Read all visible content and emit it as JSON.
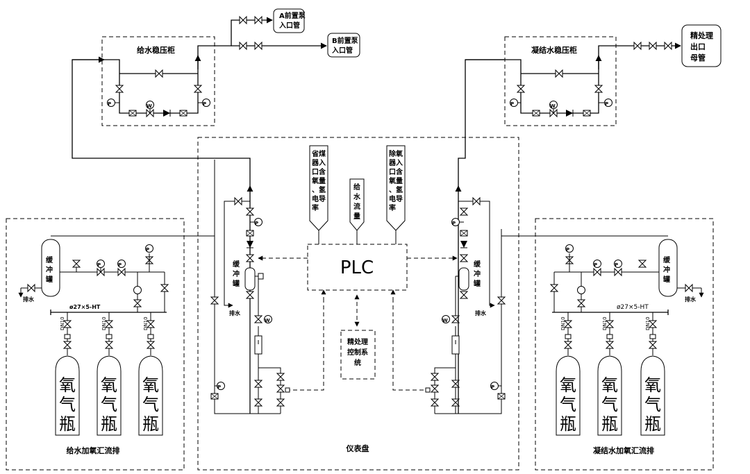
{
  "panels": {
    "feedwater_cabinet": "给水稳压柜",
    "condensate_cabinet": "凝结水稳压柜",
    "instrument_panel": "仪表盘",
    "feedwater_manifold": "给水加氧汇流排",
    "condensate_manifold": "凝结水加氧汇流排"
  },
  "pipes": {
    "a_pump": [
      "A前置泵",
      "入口管"
    ],
    "b_pump": [
      "B前置泵",
      "入口管"
    ],
    "polish_outlet": [
      "精处理",
      "出口",
      "母管"
    ]
  },
  "plc": "PLC",
  "signals": {
    "economizer": [
      "省煤",
      "器入",
      "口含",
      "氧量",
      "、氢",
      "电导",
      "率"
    ],
    "feed_flow": [
      "给",
      "水",
      "流",
      "量"
    ],
    "deaerator": [
      "除氧",
      "器入",
      "口含",
      "氧量",
      "、氢",
      "电导",
      "率"
    ]
  },
  "polish_control": [
    "精处理",
    "控制系",
    "统"
  ],
  "buffer_tank": [
    "缓",
    "冲",
    "罐"
  ],
  "drain": "排水",
  "pipe_spec_left": "ø27×5-HT",
  "pipe_spec_right": "ø27×5-HT",
  "dn": "DN10",
  "cylinder": [
    "氧",
    "气",
    "瓶"
  ],
  "instrument_p": "P",
  "instrument_w": "W",
  "colors": {
    "line": "#000000",
    "background": "#ffffff"
  }
}
